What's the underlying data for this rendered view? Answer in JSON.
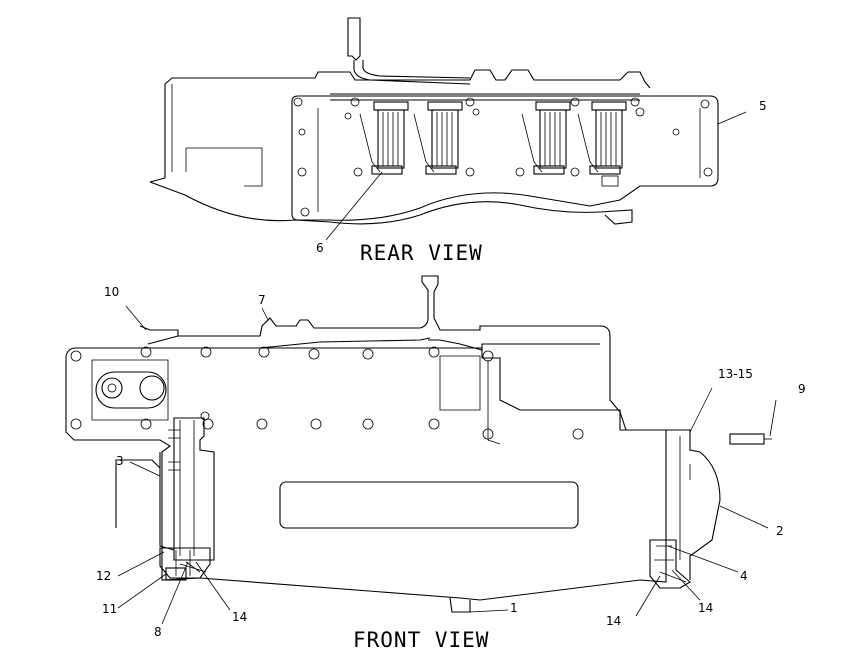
{
  "views": {
    "rear": "REAR VIEW",
    "front": "FRONT VIEW"
  },
  "callouts": {
    "c1": "1",
    "c2": "2",
    "c3": "3",
    "c4": "4",
    "c5": "5",
    "c6": "6",
    "c7": "7",
    "c8": "8",
    "c9": "9",
    "c10": "10",
    "c11": "11",
    "c12": "12",
    "c13_15": "13-15",
    "c14a": "14",
    "c14b": "14",
    "c14c": "14"
  },
  "colors": {
    "line": "#000000",
    "background": "#ffffff"
  }
}
